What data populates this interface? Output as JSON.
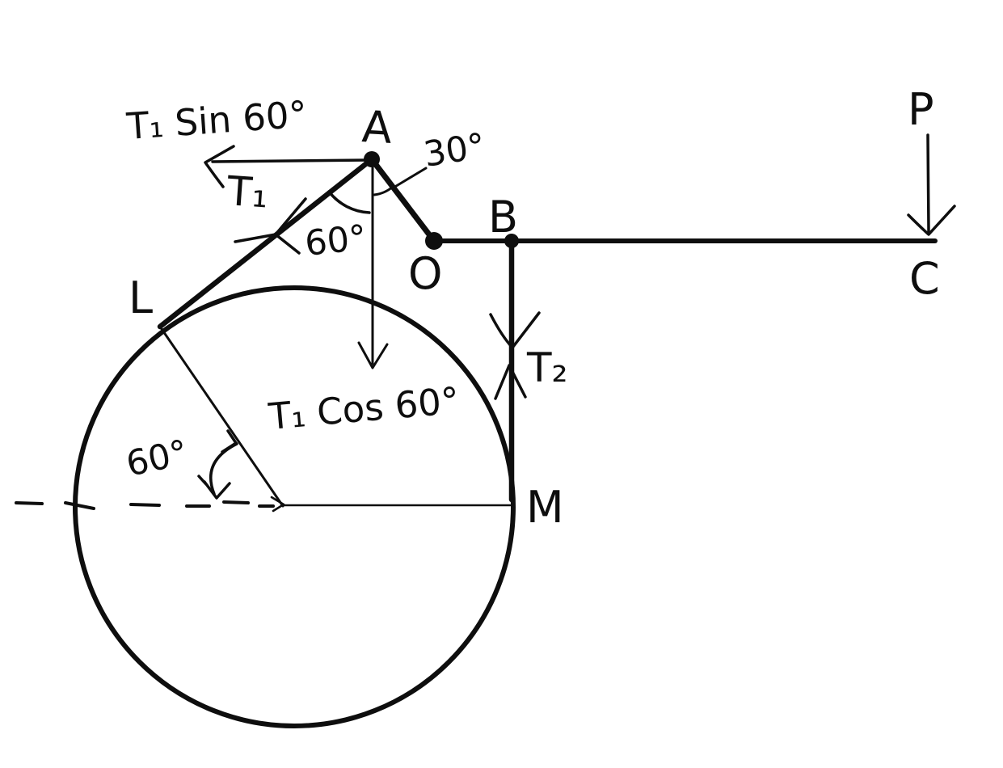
{
  "diagram": {
    "kind": "hand-drawn free-body diagram of a drum with tangent tension members",
    "ink_color": "#0e0e0e",
    "background_color": "#ffffff",
    "points": {
      "A": "A",
      "B": "B",
      "O": "O",
      "C": "C",
      "L": "L",
      "M": "M"
    },
    "forces": {
      "T1": "T₁",
      "T2": "T₂",
      "P": "P"
    },
    "components": {
      "T1_sin60": "T₁ Sin 60°",
      "T1_cos60": "T₁ Cos 60°"
    },
    "angles": {
      "at_A_between_AO_and_vertical": "30°",
      "at_A_between_AL_and_vertical": "60°",
      "at_center_between_radius_and_horizontal": "60°"
    }
  }
}
